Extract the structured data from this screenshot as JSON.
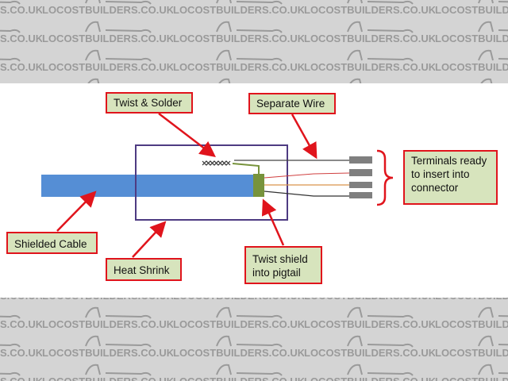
{
  "watermark": {
    "text": "LOCOSTBUILDERS.CO.UK"
  },
  "labels": {
    "twist_solder": "Twist & Solder",
    "separate_wire": "Separate Wire",
    "terminals": "Terminals ready to insert into connector",
    "shielded_cable": "Shielded Cable",
    "heat_shrink": "Heat Shrink",
    "twist_shield": "Twist shield into pigtail"
  },
  "colors": {
    "label_fill": "#d7e4bd",
    "label_border": "#e0141c",
    "cable": "#558ed5",
    "shield": "#77933c",
    "heat_shrink": "#4e3b82",
    "terminal": "#7f7f7f",
    "watermark_bg": "#d4d4d4"
  }
}
